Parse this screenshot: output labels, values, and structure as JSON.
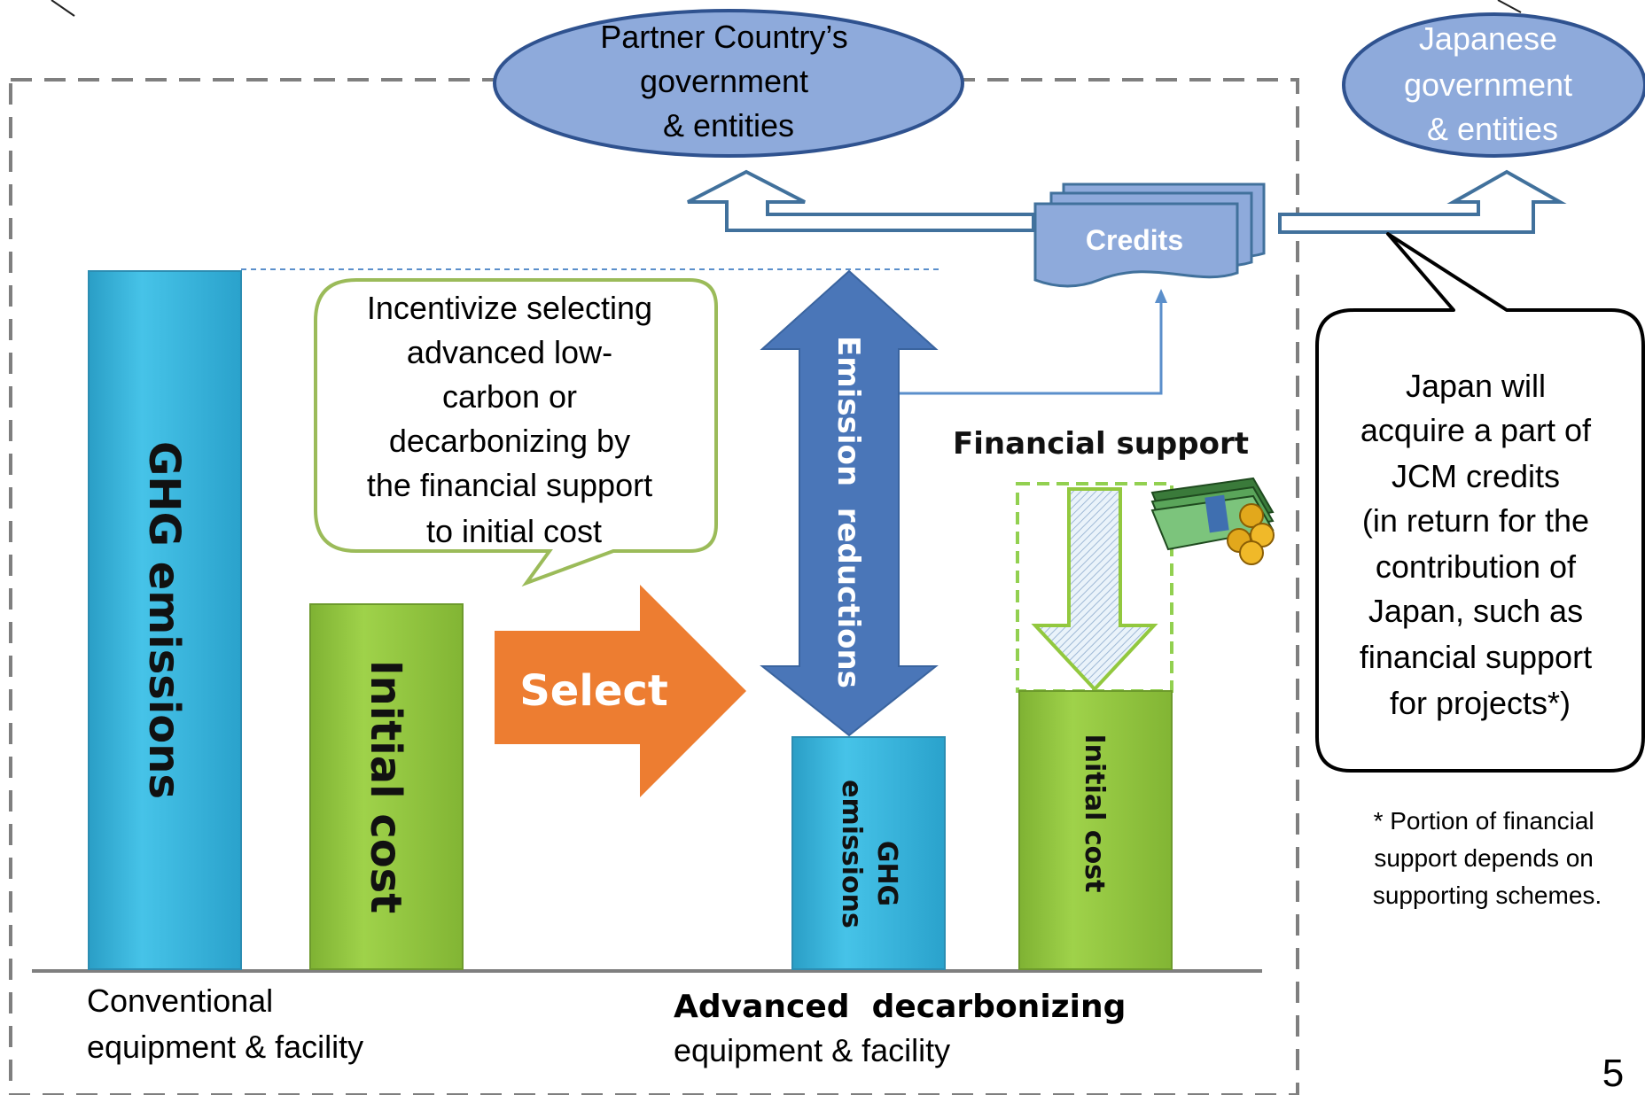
{
  "partner_ellipse": {
    "lines": [
      "Partner Country’s",
      "government",
      "& entities"
    ],
    "fill": "#8eaadb"
  },
  "japan_ellipse": {
    "lines": [
      "Japanese",
      "government",
      "& entities"
    ],
    "fill": "#8eaadb"
  },
  "credits_label": "Credits",
  "conventional": {
    "ghg_label": "GHG emissions",
    "cost_label": "Initial cost",
    "caption_lines": [
      "Conventional",
      "equipment & facility"
    ]
  },
  "speech_bubble_lines": [
    "Incentivize selecting",
    "advanced low-",
    "carbon or",
    "decarbonizing by",
    "the financial support",
    "to initial cost"
  ],
  "select_label": "Select",
  "emission_reductions_label": "Emission  reductions",
  "financial_support_label": "Financial support",
  "advanced": {
    "ghg_label_lines": [
      "GHG",
      "emissions"
    ],
    "cost_label": "Initial cost",
    "caption_bold": "Advanced  decarbonizing",
    "caption_rest": "equipment & facility"
  },
  "japan_callout_lines": [
    "Japan will",
    "acquire a part of",
    "JCM credits",
    "(in return for the",
    "contribution of",
    "Japan, such as",
    "financial support",
    "for projects*)"
  ],
  "footnote_lines": [
    "* Portion of financial",
    "support depends on",
    "supporting schemes."
  ],
  "page_number": "5",
  "colors": {
    "blue_bar": "#3fb8de",
    "green_bar": "#92c83e",
    "orange_arrow": "#ed7d31",
    "dark_blue_arrow": "#4a76b8",
    "outline_blue": "#41719c"
  }
}
